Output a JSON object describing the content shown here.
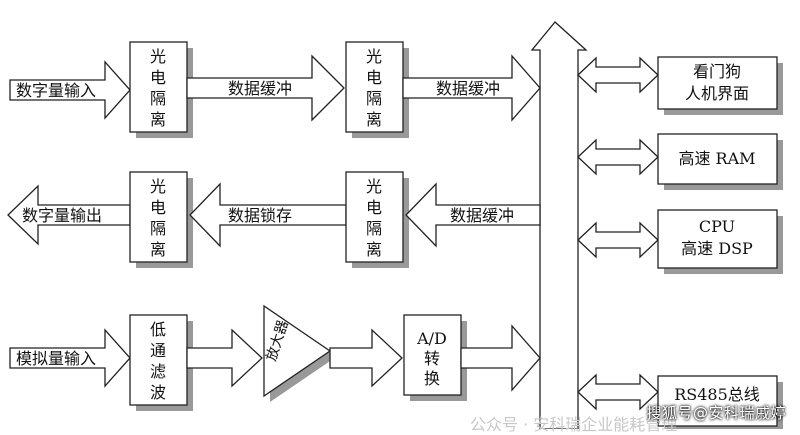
{
  "diagram": {
    "inputs": {
      "digital_in": "数字量输入",
      "digital_out": "数字量输出",
      "analog_in": "模拟量输入"
    },
    "blocks": {
      "opto_1": [
        "光",
        "电",
        "隔",
        "离"
      ],
      "opto_2": [
        "光",
        "电",
        "隔",
        "离"
      ],
      "opto_3": [
        "光",
        "电",
        "隔",
        "离"
      ],
      "opto_4": [
        "光",
        "电",
        "隔",
        "离"
      ],
      "lowpass": [
        "低",
        "通",
        "滤",
        "波"
      ],
      "amplifier": "放大器",
      "adc": [
        "A/D",
        "转",
        "换"
      ]
    },
    "arrows": {
      "buffer_1": "数据缓冲",
      "buffer_2": "数据缓冲",
      "latch": "数据锁存",
      "buffer_3": "数据缓冲"
    },
    "peripherals": {
      "watchdog_line1": "看门狗",
      "watchdog_line2": "人机界面",
      "ram": "高速 RAM",
      "cpu_line1": "CPU",
      "cpu_line2": "高速 DSP",
      "rs485": "RS485总线"
    }
  },
  "overlay": {
    "watermark": "搜狐号@安科瑞戚婷",
    "faint_text": "公众号 · 安科瑞企业能耗管理"
  }
}
